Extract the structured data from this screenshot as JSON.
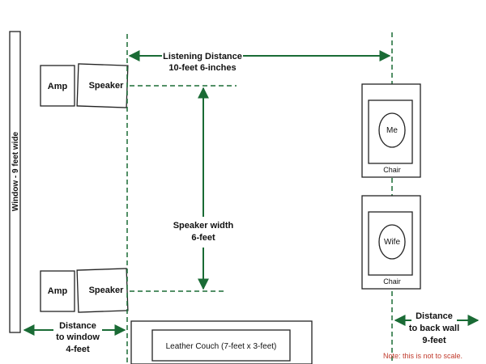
{
  "window": {
    "label": "Window - 9 feet wide"
  },
  "equipment": {
    "amp_top": "Amp",
    "speaker_top": "Speaker",
    "amp_bottom": "Amp",
    "speaker_bottom": "Speaker"
  },
  "listening_distance": {
    "line1": "Listening Distance",
    "line2": "10-feet 6-inches"
  },
  "speaker_width": {
    "line1": "Speaker width",
    "line2": "6-feet"
  },
  "distance_window": {
    "line1": "Distance",
    "line2": "to window",
    "line3": "4-feet"
  },
  "couch": {
    "label": "Leather Couch (7-feet x 3-feet)"
  },
  "distance_back_wall": {
    "line1": "Distance",
    "line2": "to back wall",
    "line3": "9-feet"
  },
  "chair_me": {
    "person": "Me",
    "label": "Chair"
  },
  "chair_wife": {
    "person": "Wife",
    "label": "Chair"
  },
  "note": "Note: this is not to scale.",
  "colors": {
    "dimension": "#1a6b35",
    "note": "#c0392b",
    "outline": "#222222"
  }
}
